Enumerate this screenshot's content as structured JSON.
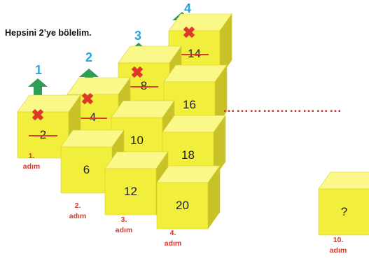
{
  "title": "Hepsini 2’ye bölelim.",
  "dots": "………………………",
  "colors": {
    "cube_front": "#f2ee3c",
    "cube_top": "#fbf88a",
    "cube_side": "#c9c128",
    "arrow": "#2e9e57",
    "step_number": "#2aa5dc",
    "label": "#e0352b"
  },
  "steps": [
    {
      "number": "1",
      "label_num": "1.",
      "label_word": "adım"
    },
    {
      "number": "2",
      "label_num": "2.",
      "label_word": "adım"
    },
    {
      "number": "3",
      "label_num": "3.",
      "label_word": "adım"
    },
    {
      "number": "4",
      "label_num": "4.",
      "label_word": "adım"
    },
    {
      "number": "",
      "label_num": "10.",
      "label_word": "adım"
    }
  ],
  "cubes": [
    {
      "value": "2",
      "crossed": true
    },
    {
      "value": "4",
      "crossed": true
    },
    {
      "value": "6",
      "crossed": false
    },
    {
      "value": "8",
      "crossed": true
    },
    {
      "value": "10",
      "crossed": false
    },
    {
      "value": "12",
      "crossed": false
    },
    {
      "value": "14",
      "crossed": true
    },
    {
      "value": "16",
      "crossed": false
    },
    {
      "value": "18",
      "crossed": false
    },
    {
      "value": "20",
      "crossed": false
    },
    {
      "value": "?",
      "crossed": false
    }
  ],
  "cross_mark": "✖"
}
